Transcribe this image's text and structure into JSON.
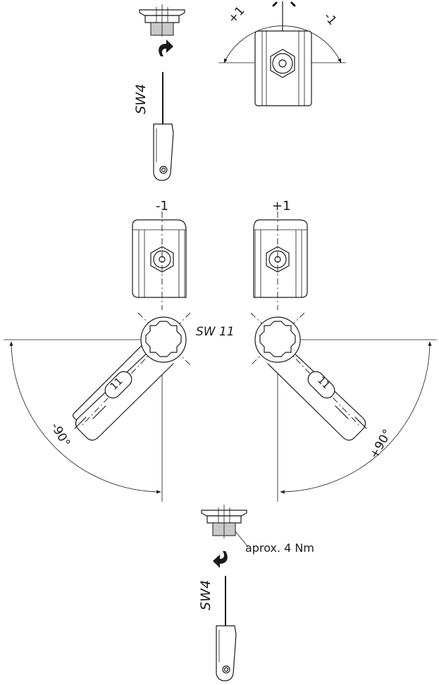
{
  "labels": {
    "hex_key_top": "SW4",
    "hex_key_bottom": "SW4",
    "wrench_size": "SW 11",
    "wrench_mark_left": "11",
    "wrench_mark_right": "11",
    "angle_plus_one": "+1",
    "angle_minus_one": "-1",
    "position_minus_one": "-1",
    "position_plus_one": "+1",
    "angle_minus_90": "-90°",
    "angle_plus_90": "+90°",
    "torque": "aprox. 4 Nm"
  }
}
